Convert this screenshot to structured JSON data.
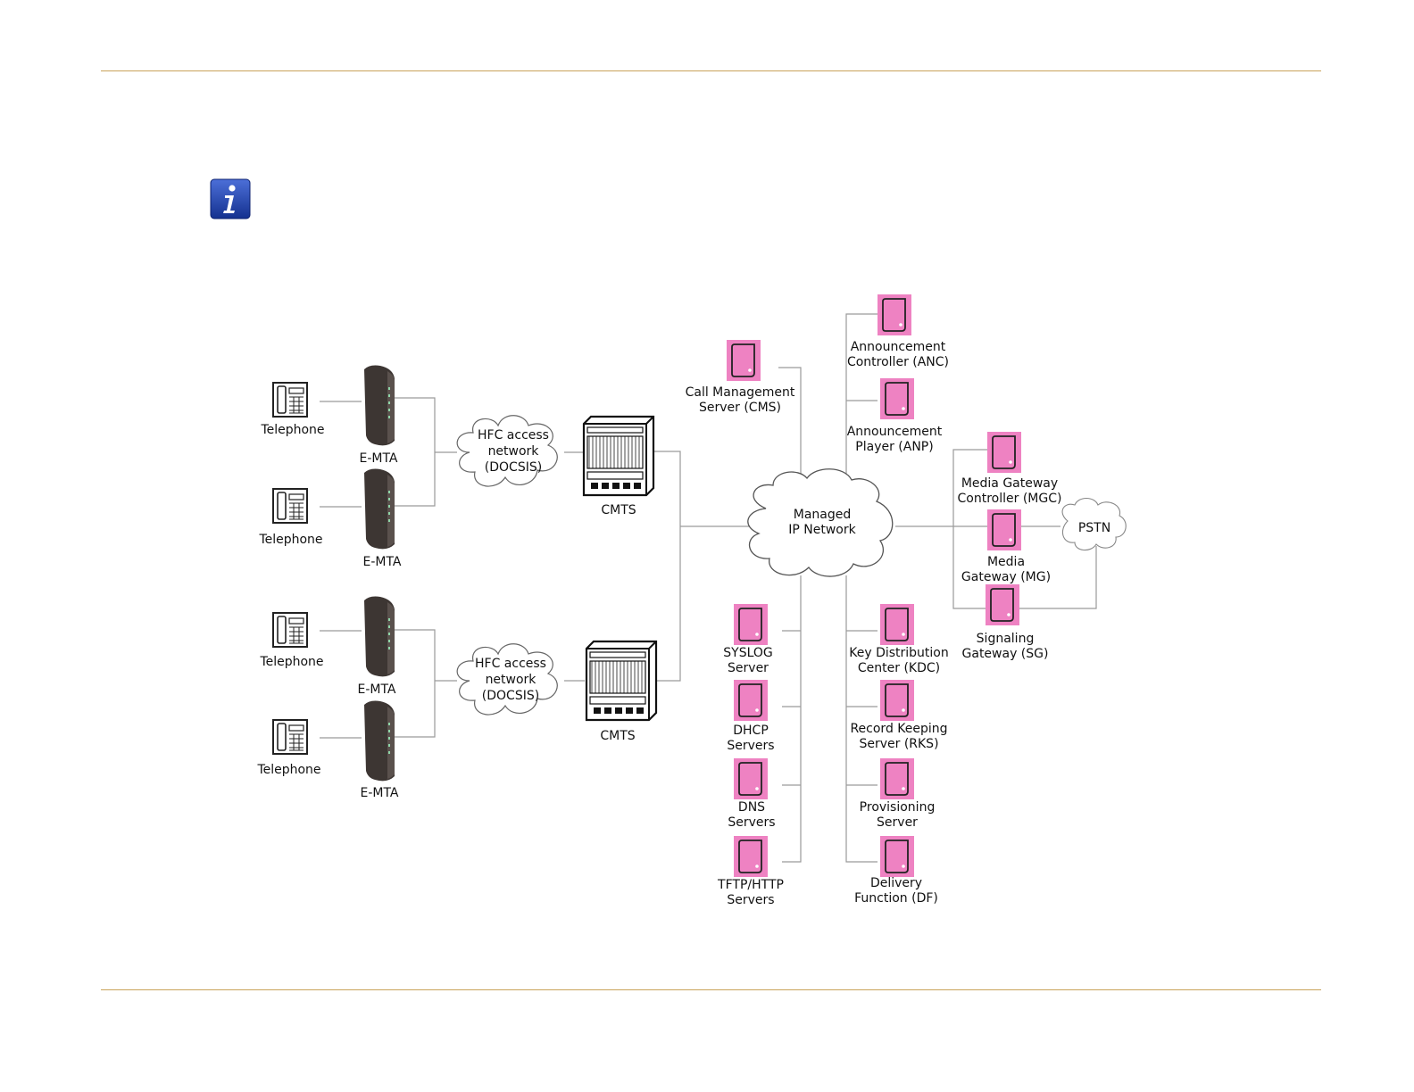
{
  "colors": {
    "rule": "#c9a35a",
    "server_fill": "#ee82c2",
    "info_icon": "#1f3fa8"
  },
  "info_icon": "info-icon",
  "telephone": "Telephone",
  "emta": "E-MTA",
  "hfc": [
    "HFC access",
    "network",
    "(DOCSIS)"
  ],
  "cmts": "CMTS",
  "managed": [
    "Managed",
    "IP Network"
  ],
  "pstn": "PSTN",
  "cms": [
    "Call Management",
    "Server (CMS)"
  ],
  "anc": [
    "Announcement",
    "Controller (ANC)"
  ],
  "anp": [
    "Announcement",
    "Player (ANP)"
  ],
  "mgc": [
    "Media Gateway",
    "Controller (MGC)"
  ],
  "mg": [
    "Media",
    "Gateway (MG)"
  ],
  "sg": [
    "Signaling",
    "Gateway (SG)"
  ],
  "syslog": [
    "SYSLOG",
    "Server"
  ],
  "dhcp": [
    "DHCP",
    "Servers"
  ],
  "dns": [
    "DNS",
    "Servers"
  ],
  "tftp": [
    "TFTP/HTTP",
    "Servers"
  ],
  "kdc": [
    "Key Distribution",
    "Center (KDC)"
  ],
  "rks": [
    "Record Keeping",
    "Server (RKS)"
  ],
  "prov": [
    "Provisioning",
    "Server"
  ],
  "df": [
    "Delivery",
    "Function (DF)"
  ]
}
